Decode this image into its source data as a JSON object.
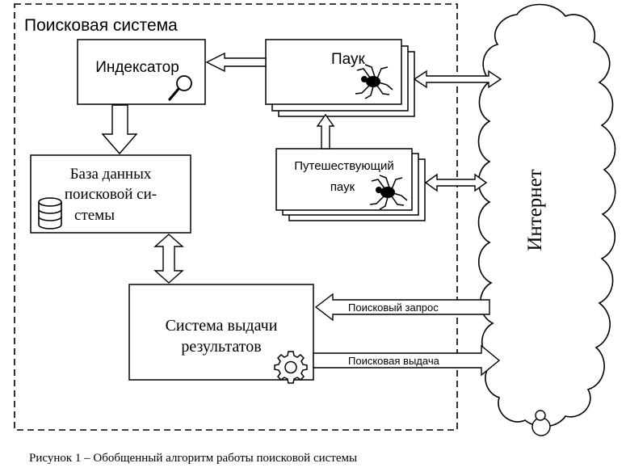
{
  "frame_title": "Поисковая система",
  "indexer": {
    "label": "Индексатор",
    "icon": "magnifier-icon"
  },
  "spider": {
    "label": "Паук",
    "icon": "spider-icon"
  },
  "travelling_spider": {
    "label_line1": "Путешествующий",
    "label_line2": "паук",
    "icon": "spider-icon"
  },
  "database": {
    "line1": "База данных",
    "line2": "поисковой си-",
    "line3": "стемы",
    "icon": "database-icon"
  },
  "results": {
    "line1": "Система выдачи",
    "line2": "результатов",
    "icon": "gear-icon"
  },
  "internet": {
    "label": "Интернет"
  },
  "arrows": {
    "query_label": "Поисковый запрос",
    "output_label": "Поисковая выдача"
  },
  "caption": "Рисунок 1 – Обобщенный алгоритм работы поисковой системы"
}
